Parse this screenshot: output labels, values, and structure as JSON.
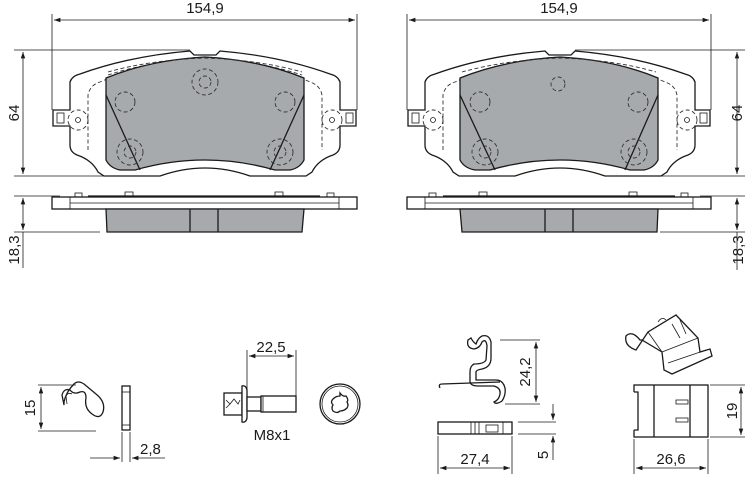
{
  "drawing": {
    "title": "Brake pad set technical drawing",
    "colors": {
      "friction_material": "#a7aaad",
      "line": "#1a1a1a",
      "background": "#ffffff"
    },
    "pad_left": {
      "width_label": "154,9",
      "height_label": "64",
      "thickness_label": "18,3"
    },
    "pad_right": {
      "width_label": "154,9",
      "height_label": "64",
      "thickness_label": "18,3"
    },
    "accessories": {
      "wire_clip": {
        "height_label": "15",
        "thickness_label": "2,8"
      },
      "bolt": {
        "length_label": "22,5",
        "thread_label": "M8x1"
      },
      "spring_clip": {
        "height_label": "24,2",
        "width_label": "27,4",
        "thickness_label": "5"
      },
      "bracket_clip": {
        "height_label": "19",
        "width_label": "26,6"
      }
    }
  }
}
